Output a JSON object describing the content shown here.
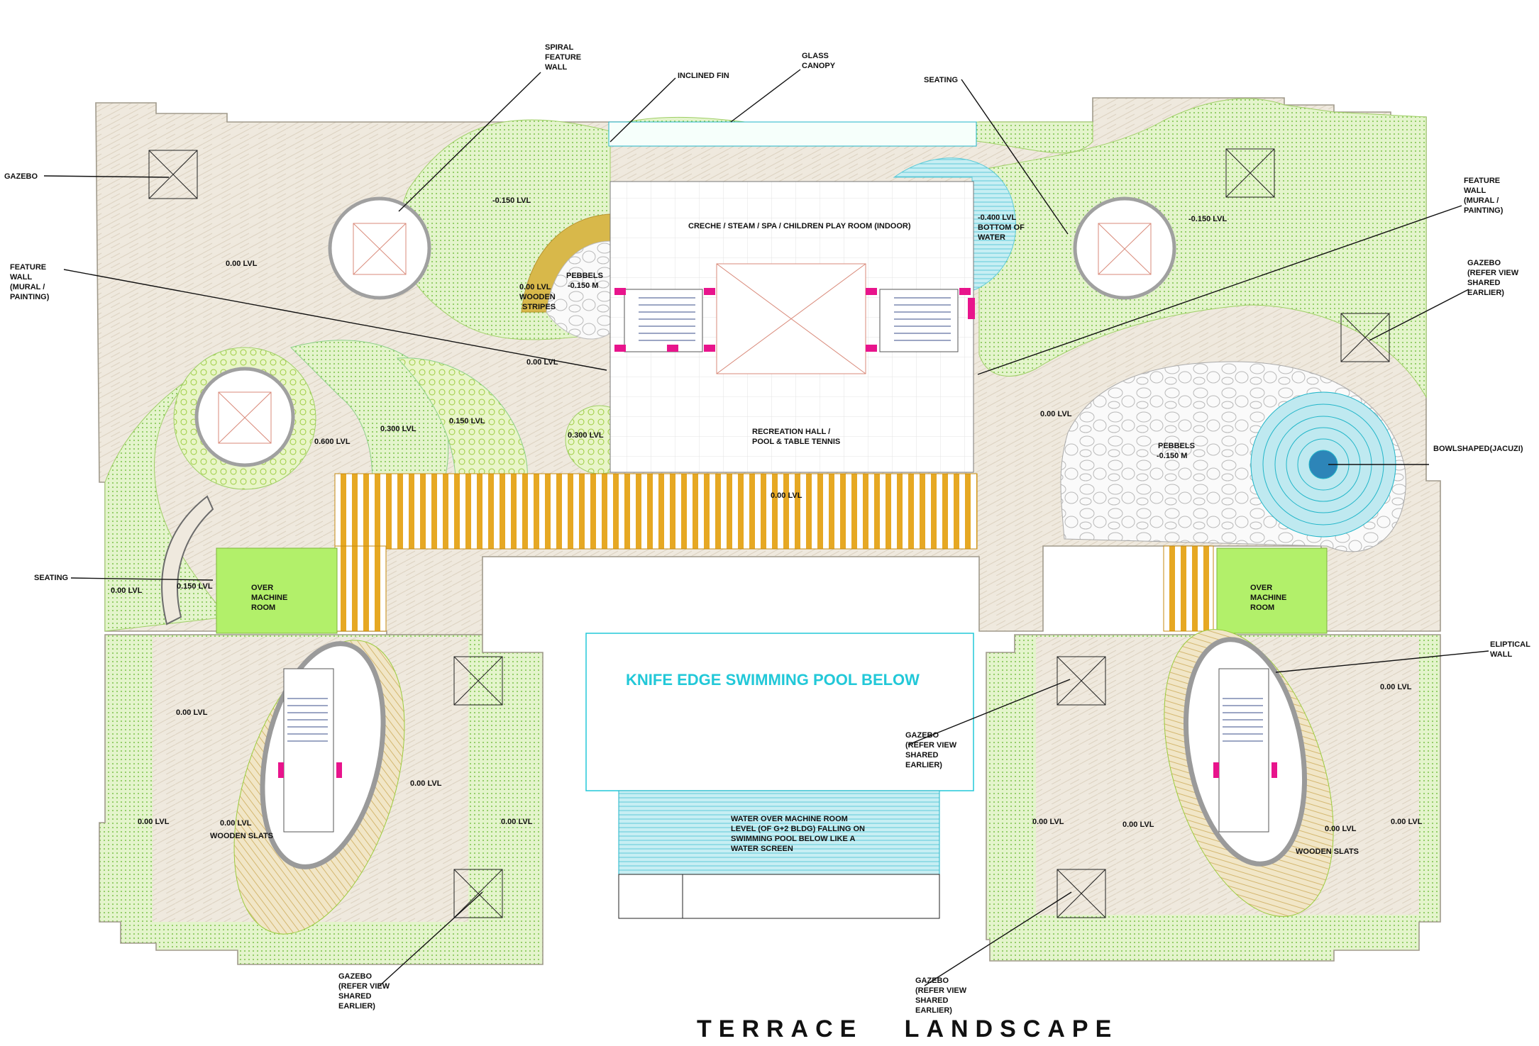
{
  "drawing": {
    "title": "TERRACE   LANDSCAPE",
    "colors": {
      "paving": "#efe9de",
      "lawn": "#d9f0b6",
      "lawn_dot": "#7cc24a",
      "water": "#bfe9f0",
      "water_line": "#22b6c9",
      "wood": "#e6a823",
      "machine_room": "#b2f06a",
      "pink_marker": "#e8148c",
      "pool_text": "#22c8d8",
      "ellipse_ring": "#9a9a9a"
    },
    "callouts": {
      "spiral_wall": [
        "SPIRAL",
        "FEATURE",
        "WALL"
      ],
      "inclined_fin": [
        "INCLINED FIN"
      ],
      "glass_canopy": [
        "GLASS",
        "CANOPY"
      ],
      "seating_top": [
        "SEATING"
      ],
      "gazebo_left": [
        "GAZEBO"
      ],
      "feature_wall_left": [
        "FEATURE",
        "WALL",
        "(MURAL /",
        "PAINTING)"
      ],
      "feature_wall_right": [
        "FEATURE",
        "WALL",
        "(MURAL /",
        "PAINTING)"
      ],
      "gazebo_right": [
        "GAZEBO",
        "(REFER VIEW",
        "SHARED",
        "EARLIER)"
      ],
      "bowlshaped": [
        "BOWLSHAPED(JACUZI)"
      ],
      "seating_left": [
        "SEATING"
      ],
      "eliptical_wall": [
        "ELIPTICAL",
        "WALL"
      ],
      "gazebo_mid_right": [
        "GAZEBO",
        "(REFER VIEW",
        "SHARED",
        "EARLIER)"
      ],
      "gazebo_bottom_left": [
        "GAZEBO",
        "(REFER VIEW",
        "SHARED",
        "EARLIER)"
      ],
      "gazebo_bottom_right": [
        "GAZEBO",
        "(REFER VIEW",
        "SHARED",
        "EARLIER)"
      ]
    },
    "levels": {
      "lvl_tl_lawn": "-0.150 LVL",
      "lvl_tr_lawn": "-0.150 LVL",
      "lvl_left_paving": "0.00 LVL",
      "lvl_wooden": [
        "0.00 LVL",
        "WOODEN",
        "STRIPES"
      ],
      "lvl_pebbels_top": [
        "PEBBELS",
        "-0.150 M"
      ],
      "lvl_water": [
        "-0.400 LVL",
        "BOTTOM OF",
        "WATER"
      ],
      "lvl_center_left": "0.00 LVL",
      "lvl_600": "0.600 LVL",
      "lvl_300_a": "0.300 LVL",
      "lvl_150_a": "0.150 LVL",
      "lvl_300_b": "0.300 LVL",
      "lvl_right_mid": "0.00 LVL",
      "lvl_pebbels_right": [
        "PEBBELS",
        "-0.150 M"
      ],
      "lvl_pergola": "0.00 LVL",
      "lvl_far_left": "0.00 LVL",
      "lvl_seat_150": "0.150 LVL",
      "lvl_bl_1": "0.00 LVL",
      "lvl_bl_2": "0.00 LVL",
      "lvl_bl_3": "0.00 LVL",
      "lvl_bl_slats": [
        "0.00 LVL",
        "WOODEN SLATS"
      ],
      "lvl_bl_4": "0.00 LVL",
      "lvl_br_1": "0.00 LVL",
      "lvl_br_2": "0.00 LVL",
      "lvl_br_3": "0.00 LVL",
      "lvl_br_slats": [
        "0.00 LVL",
        "WOODEN SLATS"
      ],
      "lvl_br_4": "0.00 LVL"
    },
    "rooms": {
      "creche": "CRECHE / STEAM / SPA / CHILDREN PLAY ROOM (INDOOR)",
      "recreation": [
        "RECREATION HALL /",
        "POOL & TABLE TENNIS"
      ],
      "machine_left": [
        "OVER",
        "MACHINE",
        "ROOM"
      ],
      "machine_right": [
        "OVER",
        "MACHINE",
        "ROOM"
      ],
      "pool": "KNIFE EDGE SWIMMING POOL BELOW",
      "water_screen": [
        "WATER OVER MACHINE ROOM",
        "LEVEL (OF G+2 BLDG) FALLING ON",
        "SWIMMING POOL BELOW LIKE A",
        "WATER SCREEN"
      ]
    }
  }
}
